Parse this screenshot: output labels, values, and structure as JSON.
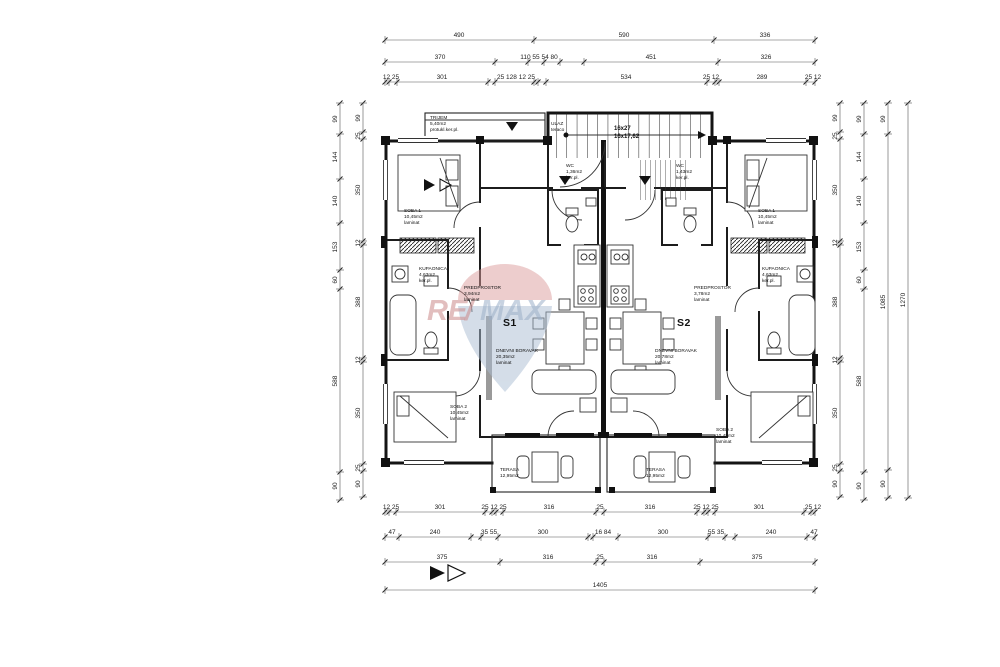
{
  "watermark": {
    "re": "RE",
    "slash": "/",
    "max": "MAX",
    "red": "#e0a8a8",
    "blue": "#b6c6da"
  },
  "units": {
    "left": "S1",
    "right": "S2"
  },
  "labels": {
    "trijem": [
      "TRIJEM",
      "5,40m2",
      "protukl.ker.pl."
    ],
    "ulaz": [
      "ULAZ",
      "teraco"
    ],
    "stairs": [
      "16x27",
      "16x17,62"
    ],
    "wcL": [
      "WC",
      "1,36m2",
      "ker.pl."
    ],
    "wcR": [
      "WC",
      "1,43m2",
      "ker.pl."
    ],
    "soba1L": [
      "SOBA 1",
      "10,45m2",
      "laminat"
    ],
    "soba1R": [
      "SOBA 1",
      "10,45m2",
      "laminat"
    ],
    "kupL": [
      "KUPAONICA",
      "4,63m2",
      "ker.pl."
    ],
    "kupR": [
      "KUPAONICA",
      "4,63m2",
      "ker.pl."
    ],
    "predL": [
      "PREDPROSTOR",
      "3,94m2",
      "laminat"
    ],
    "predR": [
      "PREDPROSTOR",
      "3,78m2",
      "laminat"
    ],
    "dnevL": [
      "DNEVNI BORAVAK",
      "20,35m2",
      "laminat"
    ],
    "dnevR": [
      "DNEVNI BORAVAK",
      "20,78m2",
      "laminat"
    ],
    "soba2L": [
      "SOBA 2",
      "10,45m2",
      "laminat"
    ],
    "soba2R": [
      "SOBA 2",
      "10,45m2",
      "laminat"
    ],
    "terasaL": [
      "TERASA",
      "12,95m2"
    ],
    "terasaR": [
      "TERASA",
      "12,95m2"
    ]
  },
  "dims": {
    "top1": [
      "490",
      "590",
      "336"
    ],
    "top2": [
      "370",
      "110 55 54 80",
      "451",
      "326"
    ],
    "top3": [
      "12 25",
      "301",
      "25 128 12 25",
      "534",
      "25 12",
      "289",
      "25 12"
    ],
    "botA": [
      "12 25",
      "301",
      "25 12 25",
      "316",
      "25",
      "316",
      "25 12 25",
      "301",
      "25 12"
    ],
    "botB": [
      "47",
      "240",
      "35 55",
      "300",
      "16 84",
      "300",
      "55 35",
      "240",
      "47"
    ],
    "botC": [
      "375",
      "316",
      "25",
      "316",
      "375"
    ],
    "total_w": "1405",
    "left_outer": [
      "99",
      "144",
      "140",
      "153",
      "60",
      "588",
      "90"
    ],
    "left_inner": [
      "99",
      "25",
      "350",
      "12",
      "388",
      "12",
      "350",
      "25",
      "90"
    ],
    "right_inner": [
      "99",
      "25",
      "350",
      "12",
      "388",
      "12",
      "350",
      "25",
      "90"
    ],
    "right_mid": [
      "99",
      "144",
      "140",
      "153",
      "60",
      "588",
      "90"
    ],
    "right_outer": [
      "99",
      "1085",
      "90"
    ],
    "total_h": "1270"
  }
}
